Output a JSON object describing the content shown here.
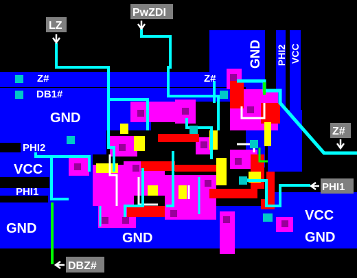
{
  "diagram": {
    "labels": {
      "lz": "LZ",
      "pwzdi": "PwZDI",
      "gnd_top": "GND",
      "phi2_top": "PHI2",
      "vcc_top": "VCC",
      "z_left": "Z#",
      "db1": "DB1#",
      "z_mid": "Z#",
      "gnd_left": "GND",
      "phi2_left": "PHI2",
      "vcc_left": "VCC",
      "phi1_left": "PHI1",
      "gnd_bottom_left": "GND",
      "gnd_bottom": "GND",
      "z_right": "Z#",
      "phi1_right": "PHI1",
      "vcc_right": "VCC",
      "gnd_right": "GND",
      "dbz": "DBZ#"
    },
    "colors": {
      "background": "#000000",
      "metal": "#0000ff",
      "diffusion": "#ff00ff",
      "poly": "#ff0000",
      "overlap": "#ffff00",
      "wire": "#00ffff",
      "via": "#00c8c8",
      "tag": "#7f7f7f"
    }
  }
}
